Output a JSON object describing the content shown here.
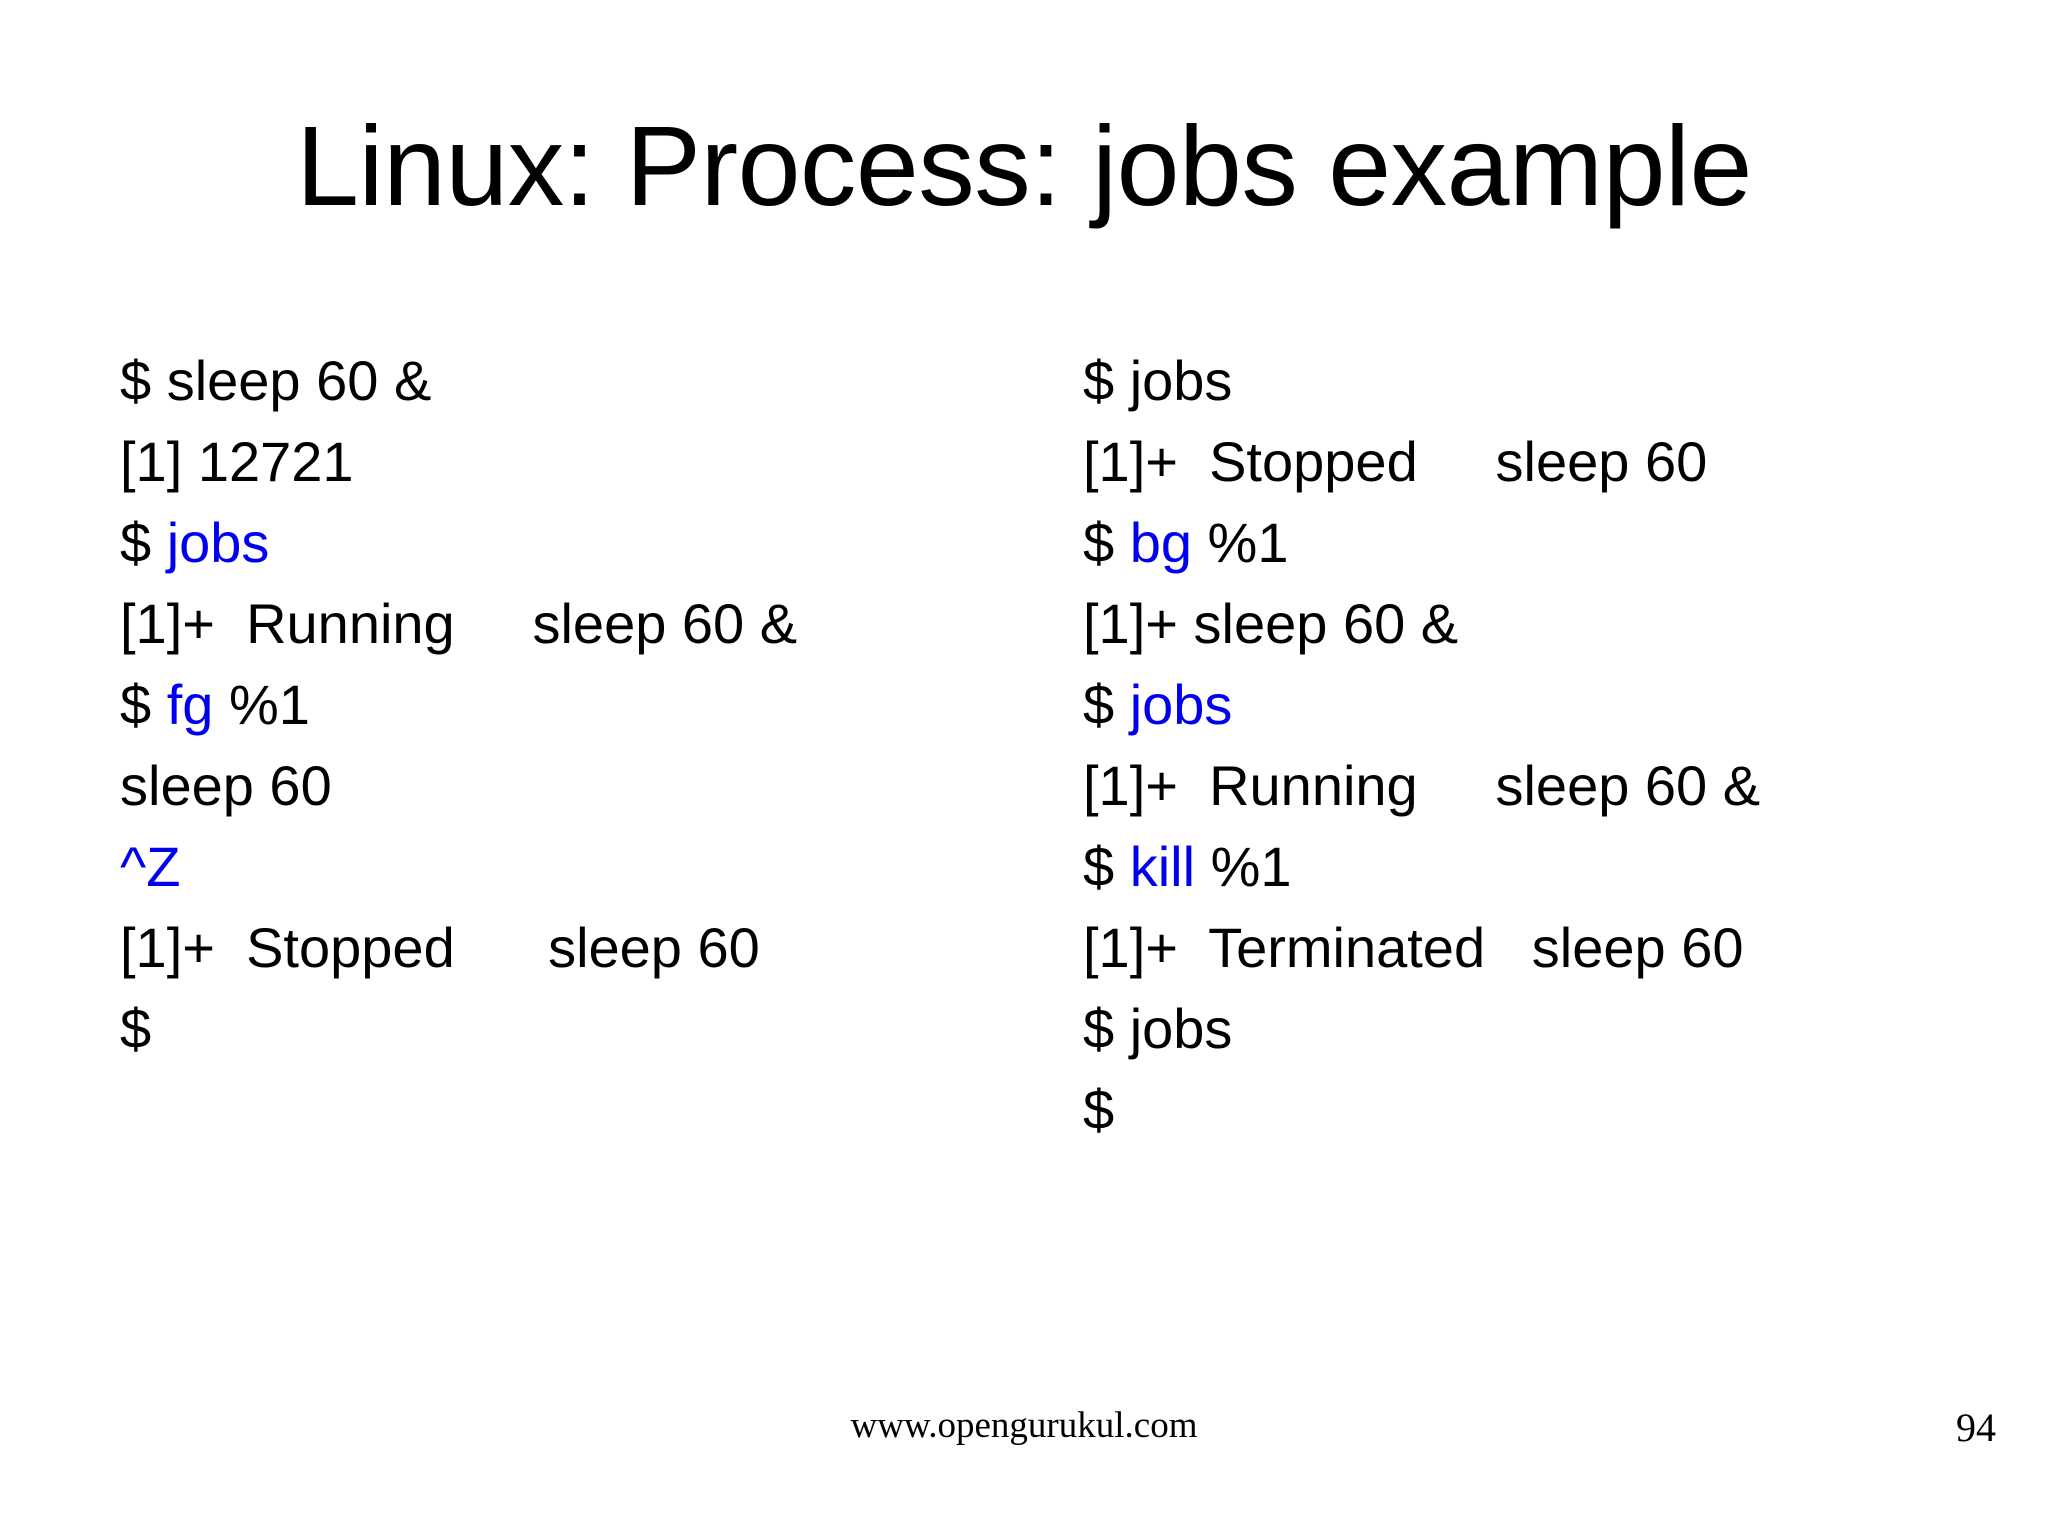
{
  "slide": {
    "title": "Linux: Process: jobs example",
    "background_color": "#ffffff",
    "text_color": "#000000",
    "command_highlight_color": "#0000ee"
  },
  "terminal": {
    "left_column": [
      {
        "segments": [
          {
            "text": "$ sleep 60 &",
            "style": "plain"
          }
        ]
      },
      {
        "segments": [
          {
            "text": "[1] 12721",
            "style": "plain"
          }
        ]
      },
      {
        "segments": [
          {
            "text": "$ ",
            "style": "plain"
          },
          {
            "text": "jobs",
            "style": "command"
          }
        ]
      },
      {
        "segments": [
          {
            "text": "[1]+  Running     sleep 60 &",
            "style": "plain"
          }
        ]
      },
      {
        "segments": [
          {
            "text": "$ ",
            "style": "plain"
          },
          {
            "text": "fg",
            "style": "command"
          },
          {
            "text": " %1",
            "style": "plain"
          }
        ]
      },
      {
        "segments": [
          {
            "text": "sleep 60",
            "style": "plain"
          }
        ]
      },
      {
        "segments": [
          {
            "text": "^Z",
            "style": "command"
          }
        ]
      },
      {
        "segments": [
          {
            "text": "[1]+  Stopped      sleep 60",
            "style": "plain"
          }
        ]
      },
      {
        "segments": [
          {
            "text": "$",
            "style": "plain"
          }
        ]
      }
    ],
    "right_column": [
      {
        "segments": [
          {
            "text": "$ jobs",
            "style": "plain"
          }
        ]
      },
      {
        "segments": [
          {
            "text": "[1]+  Stopped     sleep 60",
            "style": "plain"
          }
        ]
      },
      {
        "segments": [
          {
            "text": "$ ",
            "style": "plain"
          },
          {
            "text": "bg",
            "style": "command"
          },
          {
            "text": " %1",
            "style": "plain"
          }
        ]
      },
      {
        "segments": [
          {
            "text": "[1]+ sleep 60 &",
            "style": "plain"
          }
        ]
      },
      {
        "segments": [
          {
            "text": "$ ",
            "style": "plain"
          },
          {
            "text": "jobs",
            "style": "command"
          }
        ]
      },
      {
        "segments": [
          {
            "text": "[1]+  Running     sleep 60 &",
            "style": "plain"
          }
        ]
      },
      {
        "segments": [
          {
            "text": "$ ",
            "style": "plain"
          },
          {
            "text": "kill",
            "style": "command"
          },
          {
            "text": " %1",
            "style": "plain"
          }
        ]
      },
      {
        "segments": [
          {
            "text": "[1]+  Terminated   sleep 60",
            "style": "plain"
          }
        ]
      },
      {
        "segments": [
          {
            "text": "$ jobs",
            "style": "plain"
          }
        ]
      },
      {
        "segments": [
          {
            "text": "$",
            "style": "plain"
          }
        ]
      }
    ]
  },
  "footer": {
    "url": "www.opengurukul.com",
    "page_number": "94"
  }
}
